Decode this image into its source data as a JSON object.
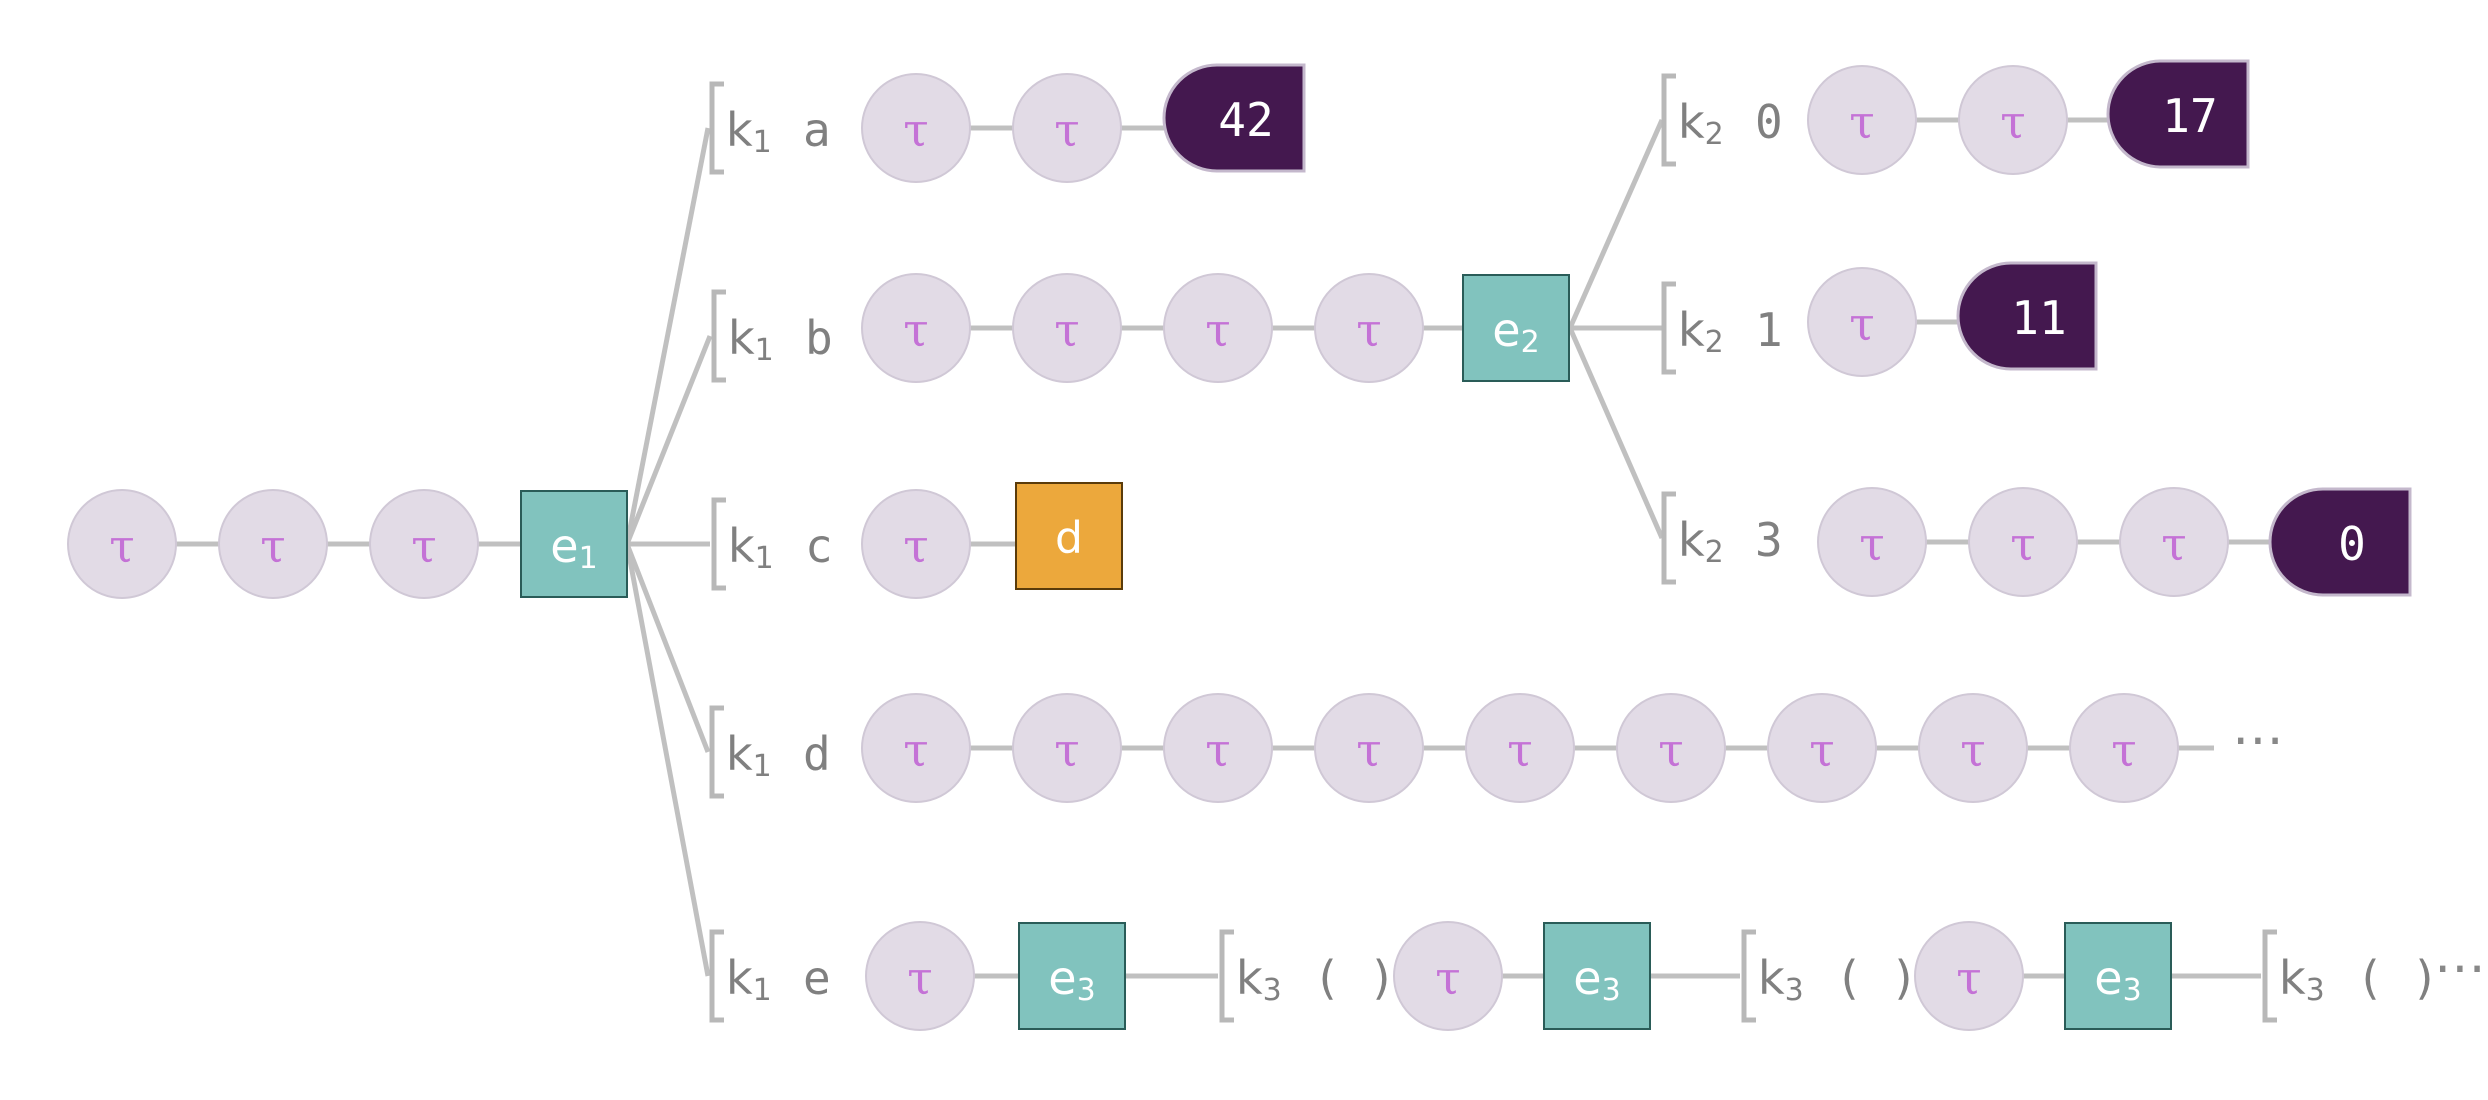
{
  "symbols": {
    "tau": "τ",
    "ellipsis": "⋯",
    "effect_letter": "e",
    "key_letter": "k",
    "unit": "( )"
  },
  "colors": {
    "tau_fill": "#e2dbe6",
    "tau_text": "#c472d6",
    "effect_fill": "#81c3be",
    "value_fill": "#44184f",
    "stop_fill": "#eca83c",
    "edge": "#c0c0c0",
    "label": "#808080"
  },
  "nodes": {
    "e1": {
      "label": "e",
      "sub": "1"
    },
    "e2": {
      "label": "e",
      "sub": "2"
    },
    "e3": {
      "label": "e",
      "sub": "3"
    },
    "k1": {
      "label": "k",
      "sub": "1"
    },
    "k2": {
      "label": "k",
      "sub": "2"
    },
    "k3": {
      "label": "k",
      "sub": "3"
    }
  },
  "branches": {
    "k1_a": {
      "key": "k1",
      "arg": "a",
      "taus": 2,
      "result": "42"
    },
    "k1_b": {
      "key": "k1",
      "arg": "b",
      "taus": 4,
      "continues_with": "e2"
    },
    "k1_c": {
      "key": "k1",
      "arg": "c",
      "taus": 1,
      "stop": "d"
    },
    "k1_d": {
      "key": "k1",
      "arg": "d",
      "taus": 9,
      "continues": "⋯"
    },
    "k1_e": {
      "key": "k1",
      "arg": "e",
      "repeats": "e3",
      "k3_arg": "( )"
    },
    "k2_0": {
      "key": "k2",
      "arg": "0",
      "taus": 2,
      "result": "17"
    },
    "k2_1": {
      "key": "k2",
      "arg": "1",
      "taus": 1,
      "result": "11"
    },
    "k2_3": {
      "key": "k2",
      "arg": "3",
      "taus": 3,
      "result": "0"
    }
  }
}
